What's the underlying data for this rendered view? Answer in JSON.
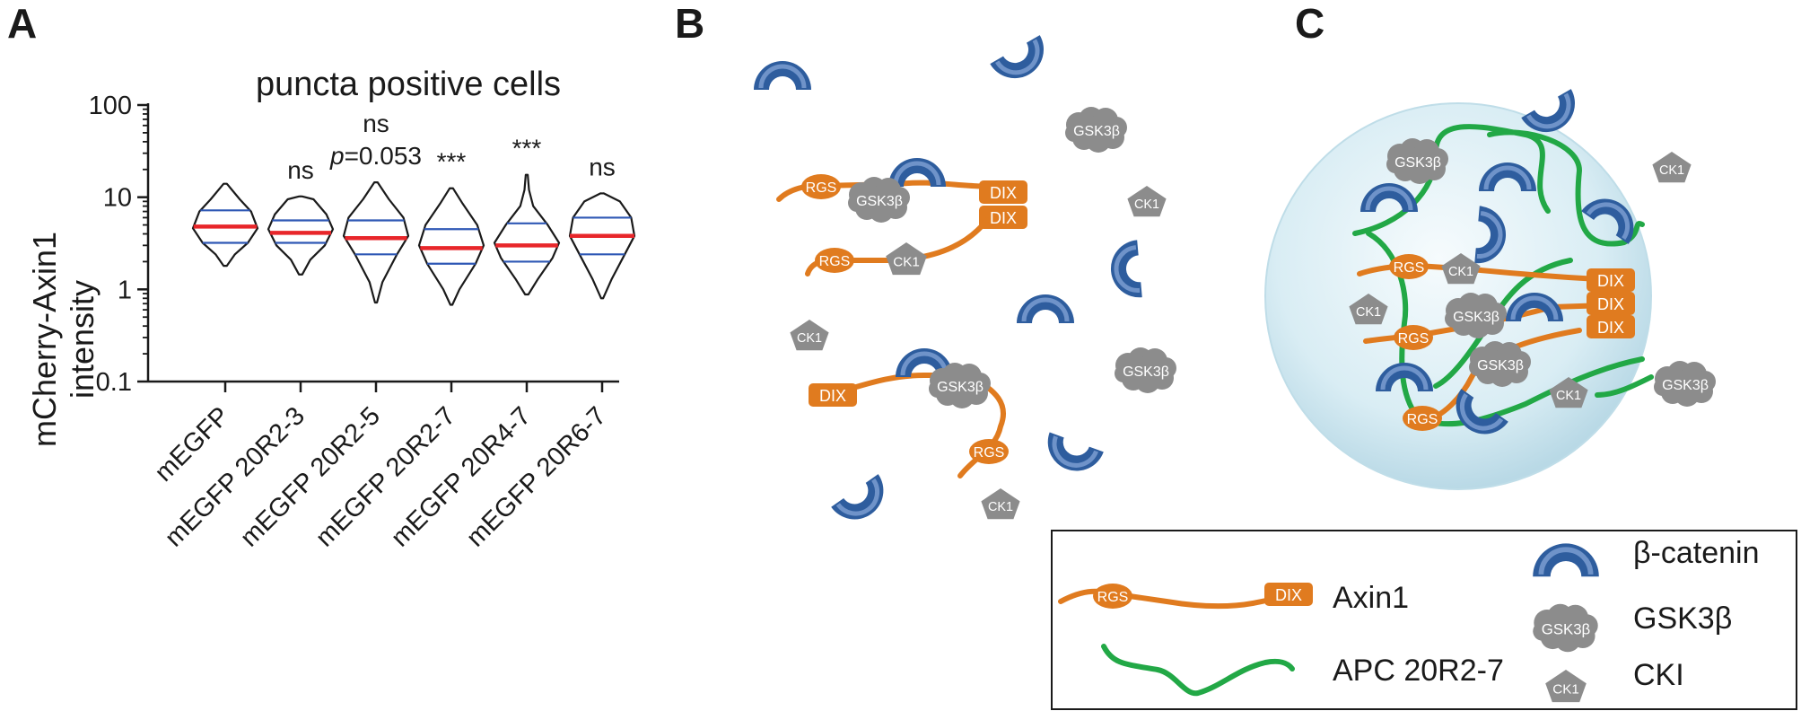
{
  "panels": {
    "a": "A",
    "b": "B",
    "c": "C"
  },
  "chart_data": {
    "type": "violin",
    "title": "puncta positive cells",
    "ylabel_line1": "mCherry-Axin1",
    "ylabel_line2": "intensity",
    "yscale": "log",
    "ylim": [
      0.1,
      100
    ],
    "yticks": [
      "0.1",
      "1",
      "10",
      "100"
    ],
    "categories": [
      "mEGFP",
      "mEGFP 20R2-3",
      "mEGFP 20R2-5",
      "mEGFP 20R2-7",
      "mEGFP 20R4-7",
      "mEGFP 20R6-7"
    ],
    "series": [
      {
        "min": 1.8,
        "q1": 3.2,
        "median": 4.8,
        "q3": 7.2,
        "max": 14.0,
        "shape": [
          [
            1.8,
            0.05
          ],
          [
            2.4,
            0.3
          ],
          [
            3.2,
            0.7
          ],
          [
            4.6,
            1.0
          ],
          [
            7.0,
            0.8
          ],
          [
            9.5,
            0.45
          ],
          [
            14.0,
            0.05
          ]
        ]
      },
      {
        "min": 1.45,
        "q1": 3.2,
        "median": 4.1,
        "q3": 5.6,
        "max": 10.2,
        "shape": [
          [
            1.45,
            0.05
          ],
          [
            2.1,
            0.3
          ],
          [
            3.0,
            0.75
          ],
          [
            4.5,
            1.0
          ],
          [
            6.5,
            0.8
          ],
          [
            9.5,
            0.4
          ],
          [
            10.2,
            0.05
          ]
        ]
      },
      {
        "min": 0.72,
        "q1": 2.4,
        "median": 3.6,
        "q3": 5.6,
        "max": 14.5,
        "shape": [
          [
            0.72,
            0.03
          ],
          [
            1.2,
            0.2
          ],
          [
            2.4,
            0.65
          ],
          [
            3.8,
            1.0
          ],
          [
            6.0,
            0.85
          ],
          [
            9.5,
            0.4
          ],
          [
            14.5,
            0.05
          ]
        ]
      },
      {
        "min": 0.68,
        "q1": 1.9,
        "median": 2.8,
        "q3": 4.5,
        "max": 12.5,
        "shape": [
          [
            0.68,
            0.03
          ],
          [
            1.0,
            0.25
          ],
          [
            1.9,
            0.75
          ],
          [
            3.0,
            1.0
          ],
          [
            5.0,
            0.8
          ],
          [
            8.5,
            0.35
          ],
          [
            12.5,
            0.05
          ]
        ]
      },
      {
        "min": 0.88,
        "q1": 2.0,
        "median": 3.0,
        "q3": 5.2,
        "max": 17.5,
        "shape": [
          [
            0.88,
            0.05
          ],
          [
            1.3,
            0.35
          ],
          [
            2.2,
            0.8
          ],
          [
            3.2,
            1.0
          ],
          [
            5.0,
            0.65
          ],
          [
            8.0,
            0.2
          ],
          [
            12.0,
            0.07
          ],
          [
            17.5,
            0.03
          ]
        ]
      },
      {
        "min": 0.8,
        "q1": 2.4,
        "median": 3.8,
        "q3": 6.0,
        "max": 11.0,
        "shape": [
          [
            0.8,
            0.03
          ],
          [
            1.3,
            0.3
          ],
          [
            2.4,
            0.7
          ],
          [
            3.8,
            1.0
          ],
          [
            6.0,
            0.9
          ],
          [
            9.0,
            0.55
          ],
          [
            11.0,
            0.05
          ]
        ]
      }
    ],
    "annotations": [
      {
        "category": "mEGFP 20R2-3",
        "lines": [
          "ns"
        ]
      },
      {
        "category": "mEGFP 20R2-5",
        "lines": [
          "ns",
          "p=0.053"
        ]
      },
      {
        "category": "mEGFP 20R2-7",
        "lines": [
          "***"
        ]
      },
      {
        "category": "mEGFP 20R4-7",
        "lines": [
          "***"
        ]
      },
      {
        "category": "mEGFP 20R6-7",
        "lines": [
          "ns"
        ]
      }
    ],
    "colors": {
      "median": "#e8262a",
      "quartile": "#2f58b5",
      "outline": "#1a1a1a"
    }
  },
  "diagram": {
    "labels": {
      "rgs": "RGS",
      "dix": "DIX",
      "gsk": "GSK3β",
      "ck1": "CK1"
    },
    "colors": {
      "axin": "#e07b1f",
      "apc": "#22a846",
      "catenin": "#2e5d9e",
      "catenin_inner": "#6f93c9",
      "gray": "#8c8c8c",
      "droplet": "#d7ecf3"
    }
  },
  "legend": {
    "axin": "Axin1",
    "apc": "APC 20R2-7",
    "catenin": "β-catenin",
    "gsk": "GSK3β",
    "cki": "CKI",
    "rgs": "RGS",
    "dix": "DIX",
    "gsk_icon": "GSK3β",
    "cki_icon": "CK1"
  }
}
